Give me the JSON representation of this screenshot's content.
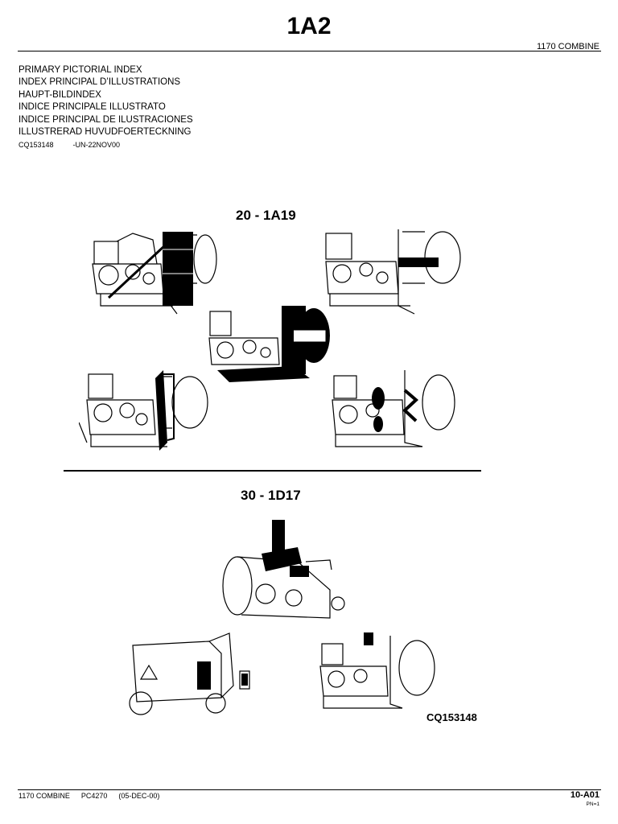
{
  "header": {
    "title": "1A2",
    "model": "1170 COMBINE"
  },
  "index_titles": [
    "PRIMARY PICTORIAL INDEX",
    "INDEX PRINCIPAL D’ILLUSTRATIONS",
    "HAUPT-BILDINDEX",
    "INDICE PRINCIPALE ILLUSTRATO",
    "INDICE PRINCIPAL DE ILUSTRACIONES",
    "ILLUSTRERAD HUVUDFOERTECKNING"
  ],
  "reference": {
    "code": "CQ153148",
    "date": "-UN-22NOV00"
  },
  "groups": [
    {
      "label": "20 - 1A19"
    },
    {
      "label": "30 - 1D17"
    }
  ],
  "figure_id": "CQ153148",
  "footer": {
    "model": "1170 COMBINE",
    "catalog": "PC4270",
    "date": "(05-DEC-00)",
    "page": "10-A01",
    "sub": "PN=1"
  }
}
